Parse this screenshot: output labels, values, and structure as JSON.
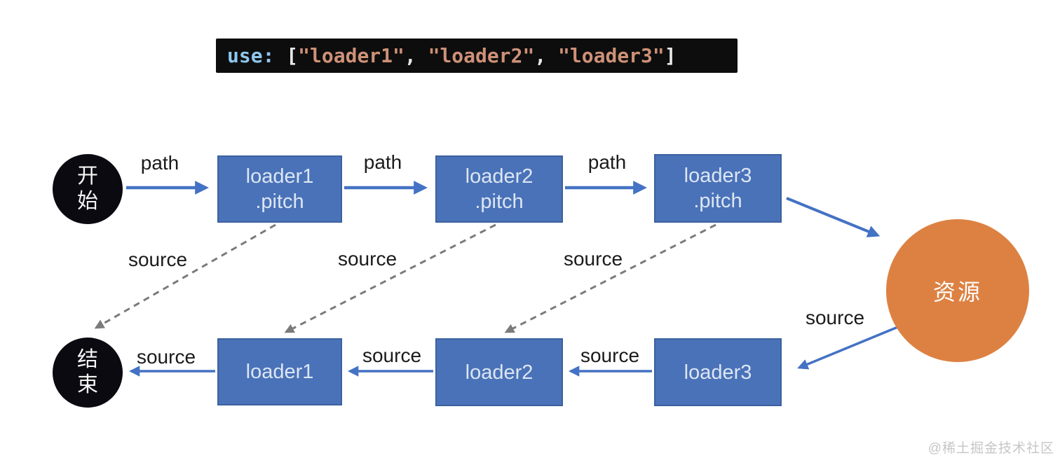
{
  "code": {
    "keyword": "use:",
    "open": " [",
    "str1": "\"loader1\"",
    "sep1": ", ",
    "str2": "\"loader2\"",
    "sep2": ", ",
    "str3": "\"loader3\"",
    "close": "]"
  },
  "nodes": {
    "start": {
      "label": "开始"
    },
    "end": {
      "label": "结束"
    },
    "resource": {
      "label": "资源"
    },
    "pitch1": {
      "line1": "loader1",
      "line2": ".pitch"
    },
    "pitch2": {
      "line1": "loader2",
      "line2": ".pitch"
    },
    "pitch3": {
      "line1": "loader3",
      "line2": ".pitch"
    },
    "normal1": {
      "label": "loader1"
    },
    "normal2": {
      "label": "loader2"
    },
    "normal3": {
      "label": "loader3"
    }
  },
  "edge_labels": {
    "path1": "path",
    "path2": "path",
    "path3": "path",
    "pitch_source1": "source",
    "pitch_source2": "source",
    "pitch_source3": "source",
    "resource_source": "source",
    "back_source3": "source",
    "back_source2": "source",
    "back_source1": "source"
  },
  "watermark": "@稀土掘金技术社区",
  "colors": {
    "box_blue": "#4a72b8",
    "box_border": "#3b619f",
    "arrow_blue": "#4472c4",
    "dashed_gray": "#7b7b7b",
    "circle_black": "#0a0a10",
    "resource_orange": "#dd8142",
    "code_bg": "#0d0d0d",
    "code_keyword": "#8fc7ee",
    "code_string": "#ce9178",
    "code_punct": "#e8e8e8",
    "label_color": "#1b1b1b",
    "watermark_color": "#c6c6c6"
  }
}
